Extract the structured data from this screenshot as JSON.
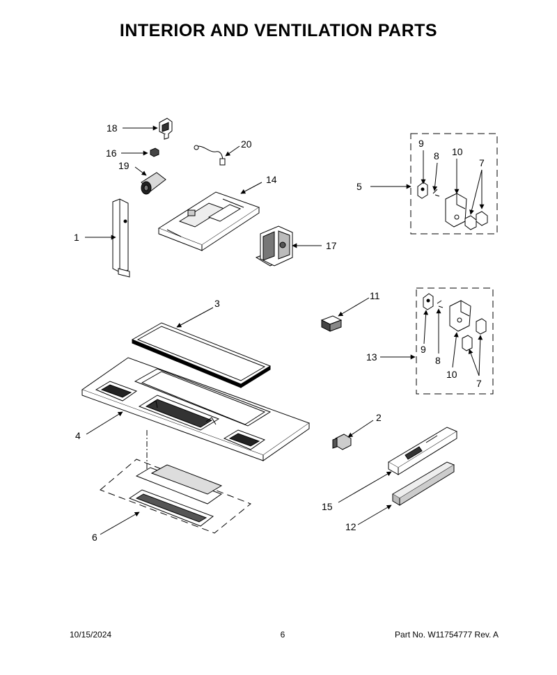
{
  "header": {
    "title": "INTERIOR AND VENTILATION PARTS"
  },
  "callouts": {
    "c1": "1",
    "c2": "2",
    "c3": "3",
    "c4": "4",
    "c5": "5",
    "c6": "6",
    "c7a": "7",
    "c7b": "7",
    "c8a": "8",
    "c8b": "8",
    "c9a": "9",
    "c9b": "9",
    "c10a": "10",
    "c10b": "10",
    "c11": "11",
    "c12": "12",
    "c13": "13",
    "c14": "14",
    "c15": "15",
    "c16": "16",
    "c17": "17",
    "c18": "18",
    "c19": "19",
    "c20": "20"
  },
  "footer": {
    "date": "10/15/2024",
    "page_number": "6",
    "part_number": "Part No.  W11754777  Rev.  A"
  }
}
